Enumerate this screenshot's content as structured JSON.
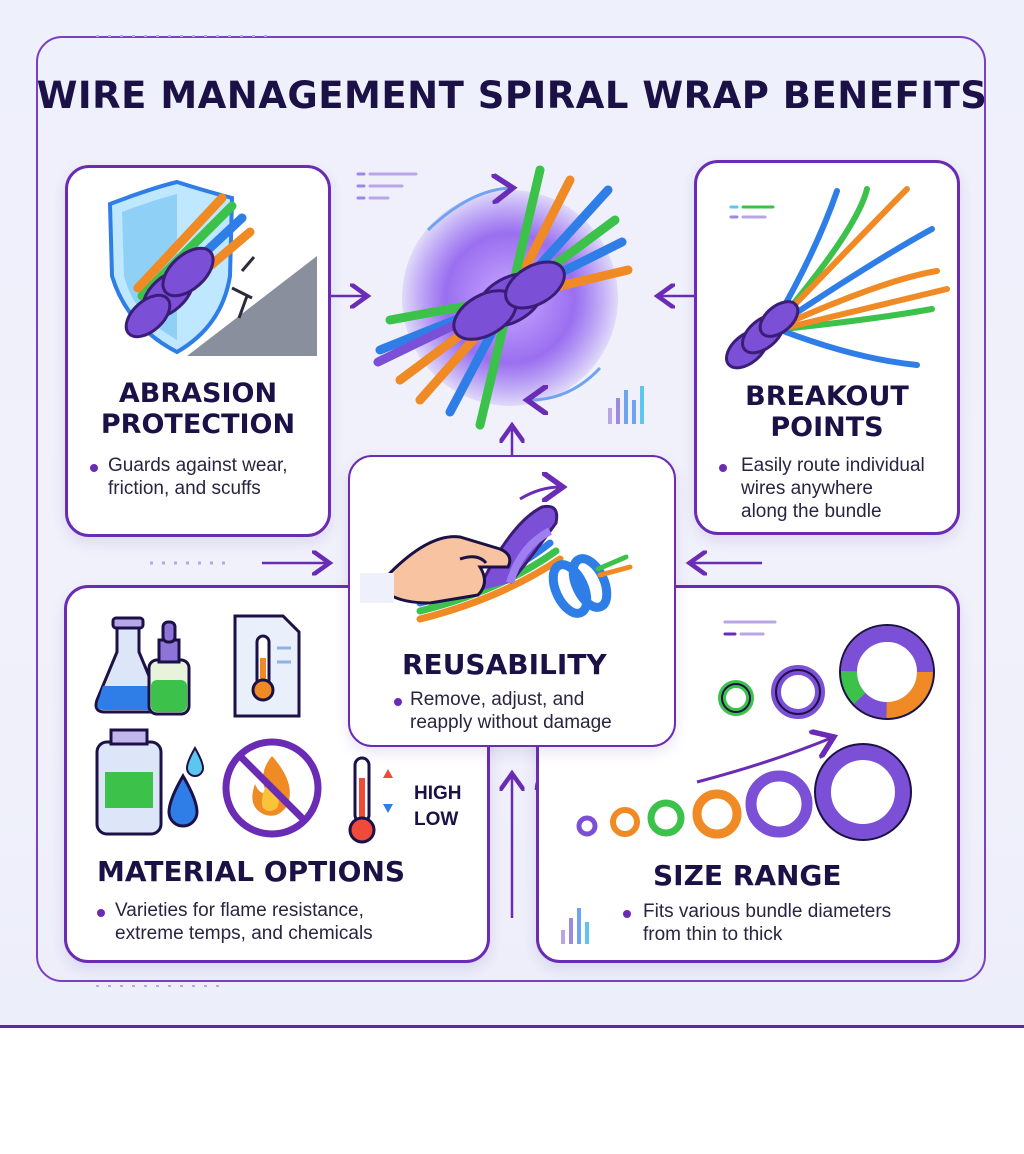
{
  "title": "WIRE MANAGEMENT SPIRAL WRAP BENEFITS",
  "cards": {
    "abrasion": {
      "title_line1": "ABRASION",
      "title_line2": "PROTECTION",
      "desc_line1": "Guards against wear,",
      "desc_line2": "friction, and scuffs"
    },
    "breakout": {
      "title_line1": "BREAKOUT",
      "title_line2": "POINTS",
      "desc_line1": "Easily route individual",
      "desc_line2": "wires anywhere",
      "desc_line3": "along the bundle"
    },
    "reusability": {
      "title": "REUSABILITY",
      "desc_line1": "Remove, adjust, and",
      "desc_line2": "reapply without damage"
    },
    "material": {
      "title": "MATERIAL OPTIONS",
      "desc_line1": "Varieties for flame resistance,",
      "desc_line2": "extreme temps, and chemicals",
      "temp_high": "HIGH",
      "temp_low": "LOW"
    },
    "size": {
      "title": "SIZE RANGE",
      "desc_line1": "Fits various bundle diameters",
      "desc_line2": "from thin to thick"
    }
  },
  "colors": {
    "accent": "#6a2bb5",
    "wire_blue": "#2f7ee8",
    "wire_green": "#3cc24a",
    "wire_orange": "#f08a24",
    "wrap_purple": "#7b4fd6"
  },
  "icons": [
    "shield-icon",
    "wire-bundle-icon",
    "spiral-wrap-icon",
    "hand-icon",
    "flask-icon",
    "dropper-bottle-icon",
    "datasheet-thermometer-icon",
    "chemical-bottle-icon",
    "drop-icon",
    "no-flame-icon",
    "thermometer-icon",
    "ring-icon",
    "bar-chart-icon",
    "arrow-icon"
  ]
}
